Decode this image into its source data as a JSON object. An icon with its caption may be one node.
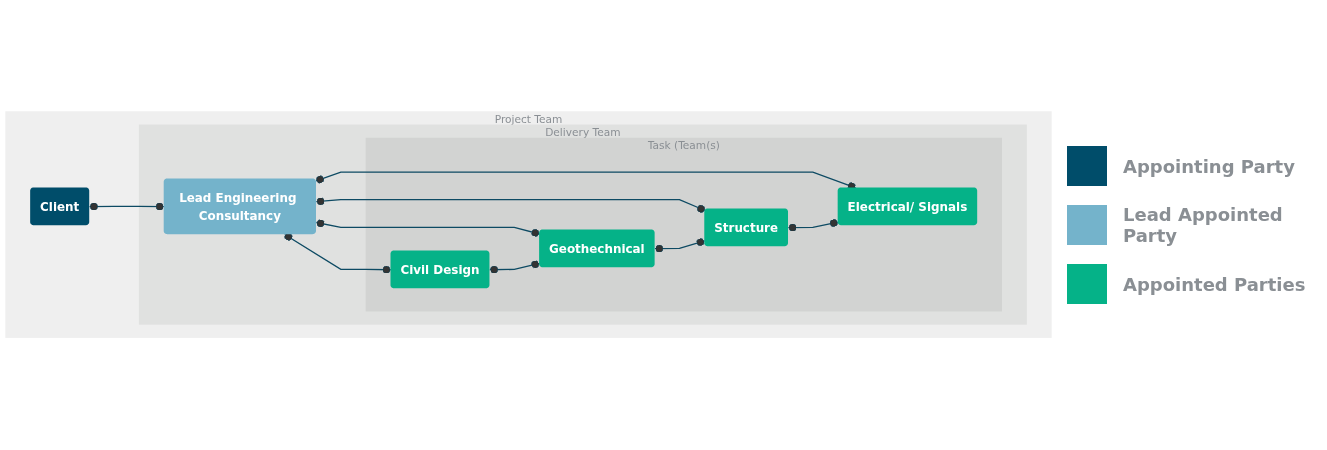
{
  "diagram": {
    "nodes": [
      {
        "text": [
          "Project Team"
        ]
      },
      {
        "text": [
          "Client"
        ],
        "in": 0
      },
      {
        "text": [
          "Delivery Team"
        ],
        "in": 0
      },
      {
        "text": [
          "Lead Engineering Consultancy"
        ],
        "in": 2
      },
      {
        "text": [
          "Task (Team(s)"
        ],
        "in": 2
      },
      {
        "text": [
          "Civil Design"
        ],
        "in": 4
      },
      {
        "text": [
          "Geothechnical"
        ],
        "in": 4
      },
      {
        "text": [
          "Structure"
        ],
        "in": 4
      },
      {
        "text": [
          "Electrical/ Signals"
        ],
        "in": 4
      }
    ],
    "edges": [
      {
        "from": 1,
        "to": 3,
        "arrow": "other"
      },
      {
        "from": 3,
        "to": 5,
        "arrow": "other"
      },
      {
        "from": 3,
        "to": 6,
        "arrow": "other"
      },
      {
        "from": 3,
        "to": 7,
        "arrow": "other"
      },
      {
        "from": 3,
        "to": 8,
        "arrow": "other"
      },
      {
        "from": 5,
        "to": 6,
        "arrow": "other"
      },
      {
        "from": 6,
        "to": 7,
        "arrow": "other"
      },
      {
        "from": 7,
        "to": 8,
        "arrow": "other"
      }
    ],
    "legend": [
      {
        "text": "Appointing Party",
        "color": "#004d6a"
      },
      {
        "text": "Lead Appointed Party",
        "color": "#74b3cb"
      },
      {
        "text": "Appointed Parties",
        "color": "#05b288"
      }
    ]
  }
}
